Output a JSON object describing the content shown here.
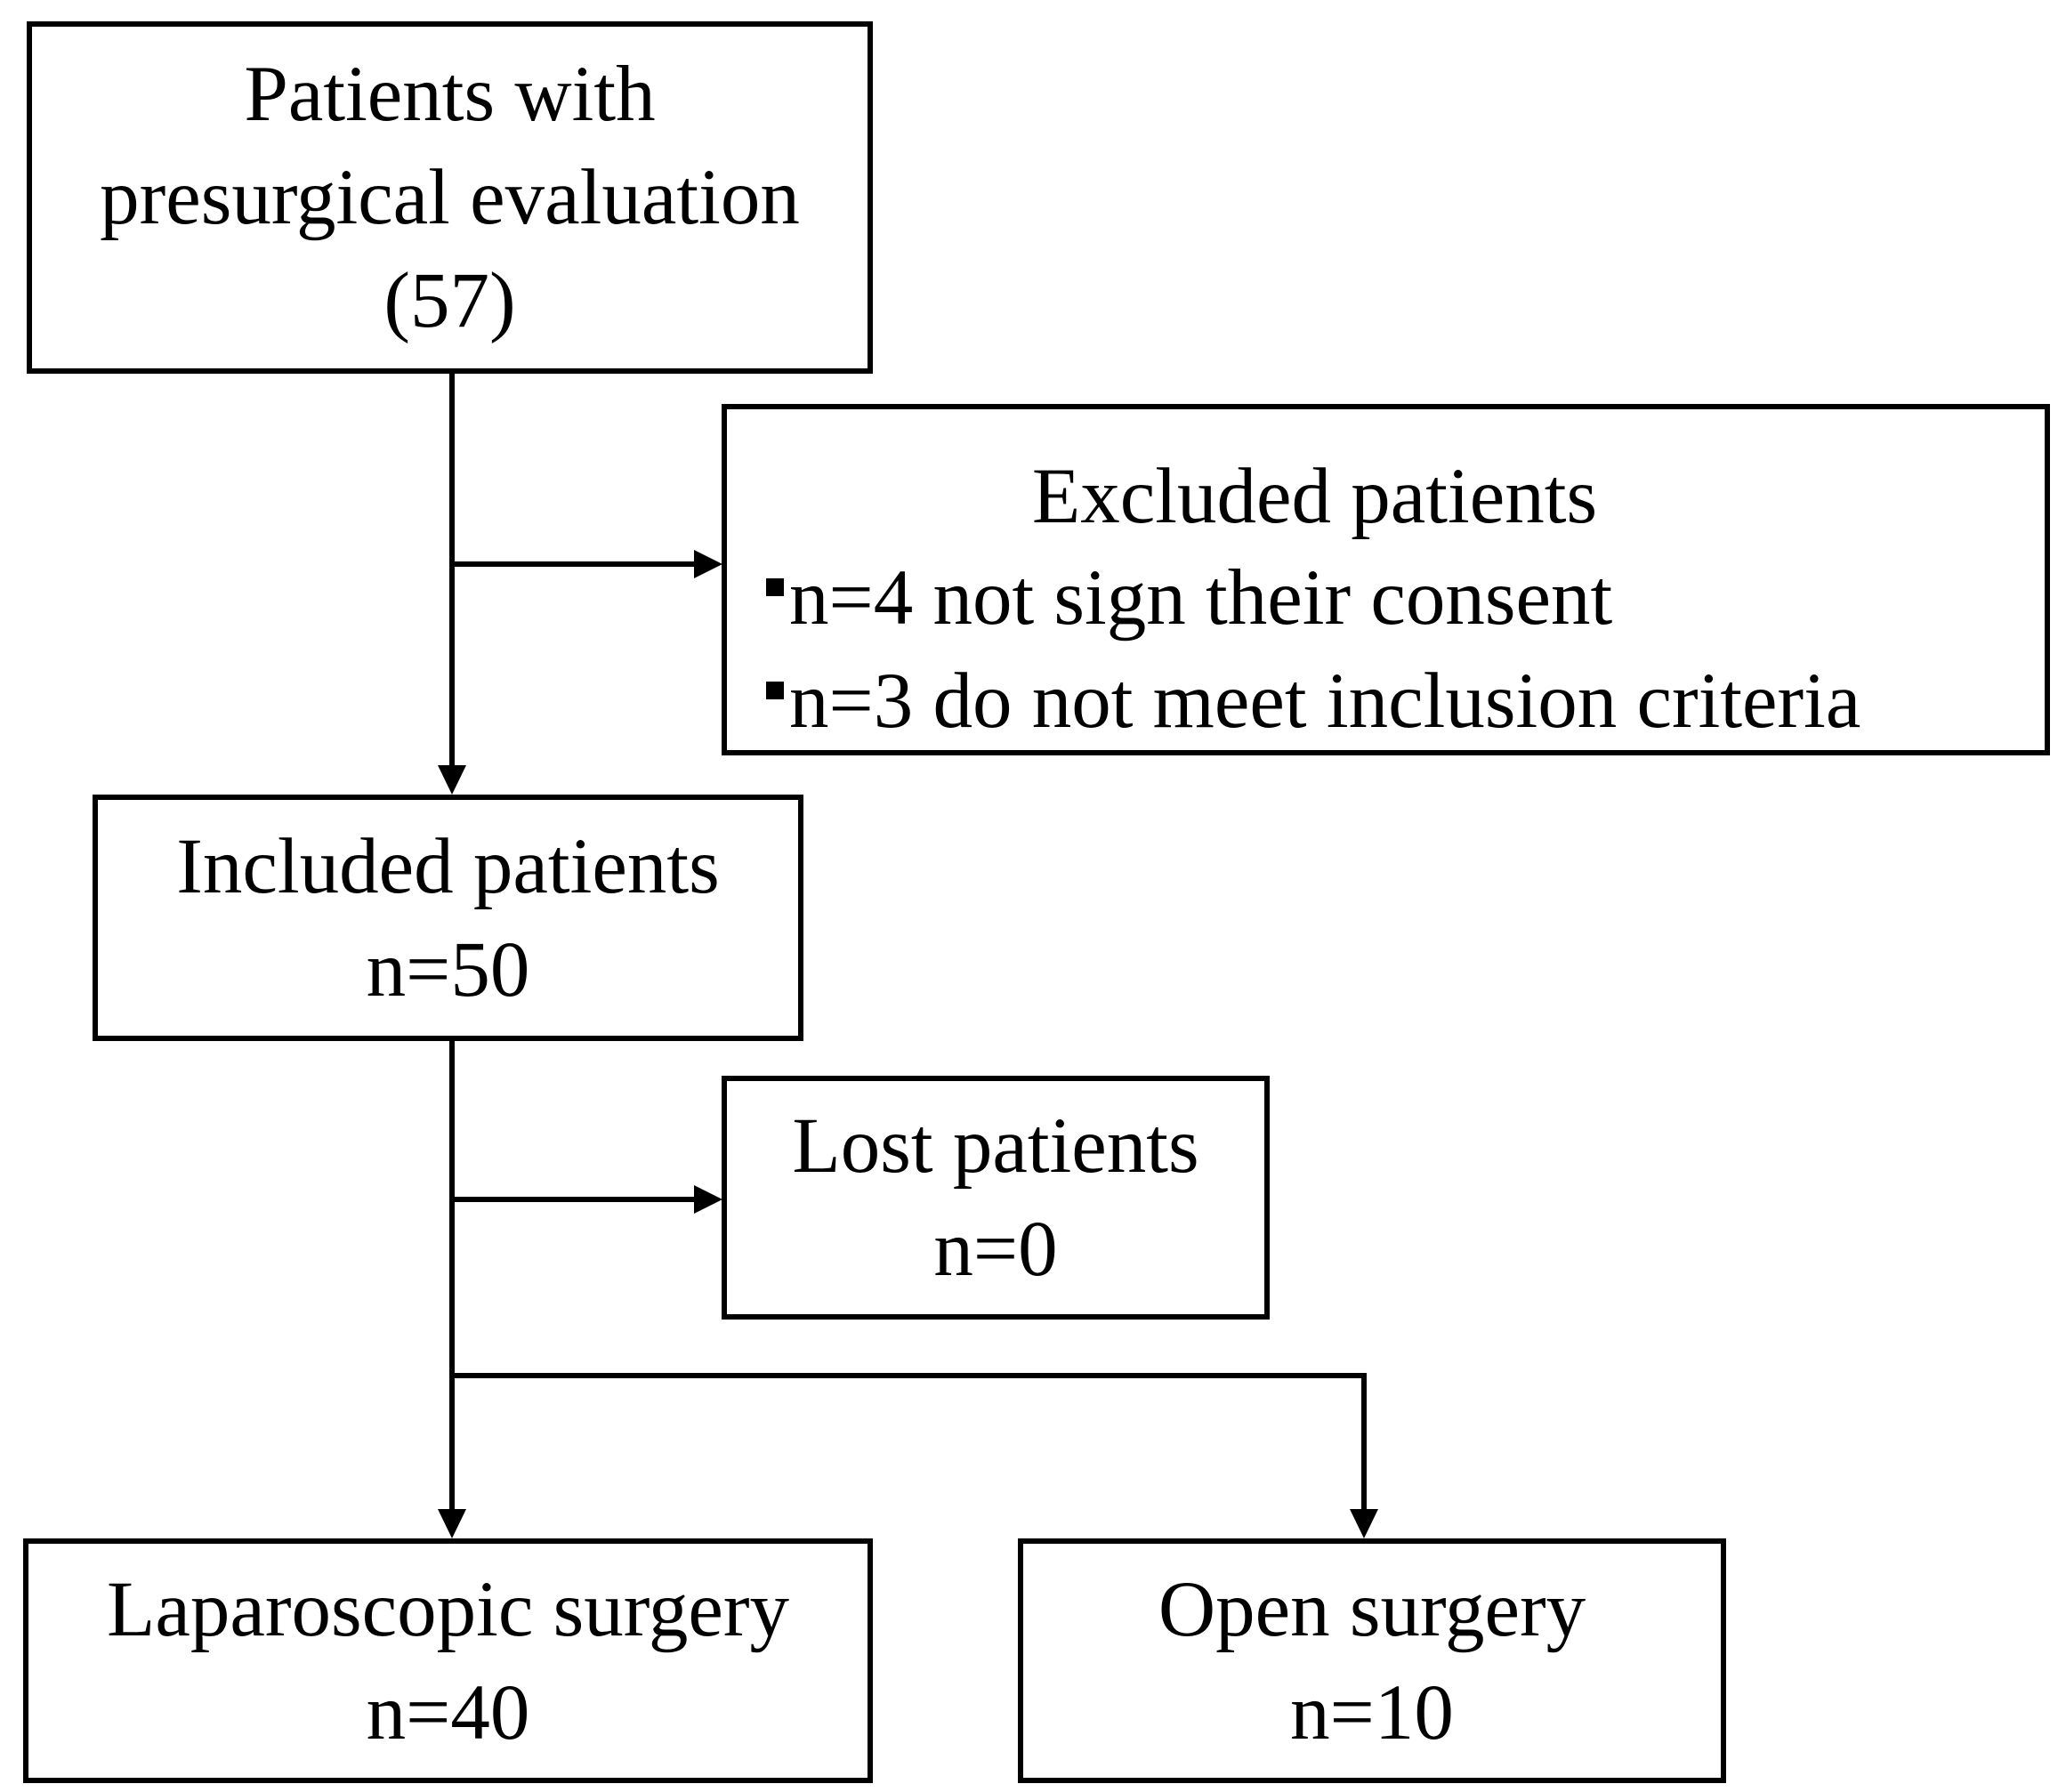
{
  "flowchart": {
    "start": {
      "lines": [
        "Patients with",
        "presurgical evaluation",
        "(57)"
      ]
    },
    "excluded": {
      "title": "Excluded patients",
      "items": [
        "n=4 not sign their consent",
        "n=3 do not meet inclusion criteria"
      ]
    },
    "included": {
      "lines": [
        "Included patients",
        "n=50"
      ]
    },
    "lost": {
      "lines": [
        "Lost patients",
        "n=0"
      ]
    },
    "laparoscopic": {
      "lines": [
        "Laparoscopic surgery",
        "n=40"
      ]
    },
    "open": {
      "lines": [
        "Open surgery",
        "n=10"
      ]
    }
  }
}
